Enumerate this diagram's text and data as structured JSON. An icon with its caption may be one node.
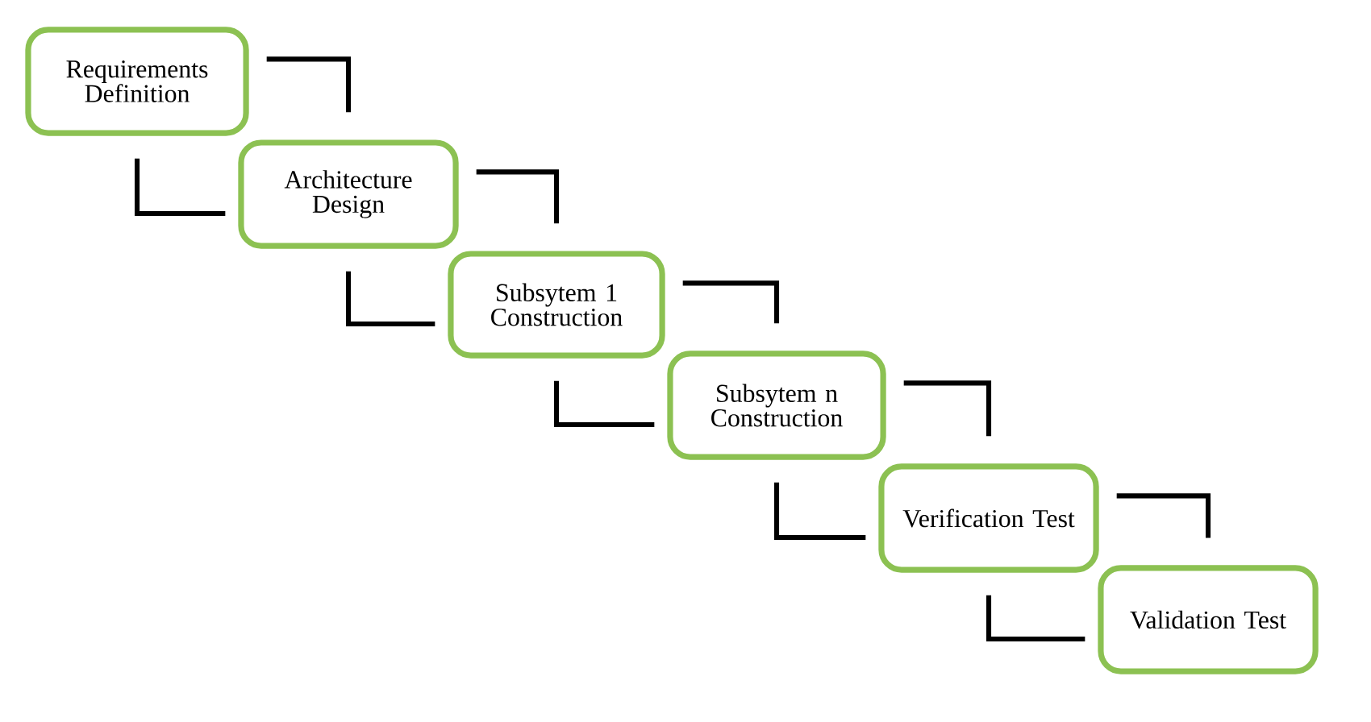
{
  "diagram": {
    "nodes": [
      {
        "text": [
          "Requirements Definition"
        ]
      },
      {
        "text": [
          "Architecture Design"
        ]
      },
      {
        "text": [
          "Subsytem 1 Construction"
        ]
      },
      {
        "text": [
          "Subsytem n Construction"
        ]
      },
      {
        "text": [
          "Verification Test"
        ]
      },
      {
        "text": [
          "Validation Test"
        ]
      }
    ],
    "edges": [
      {
        "from": 0,
        "to": 1,
        "arrow": "none"
      },
      {
        "from": 1,
        "to": 0,
        "arrow": "none"
      },
      {
        "from": 1,
        "to": 2,
        "arrow": "none"
      },
      {
        "from": 2,
        "to": 1,
        "arrow": "none"
      },
      {
        "from": 2,
        "to": 3,
        "arrow": "none"
      },
      {
        "from": 3,
        "to": 2,
        "arrow": "none"
      },
      {
        "from": 3,
        "to": 4,
        "arrow": "none"
      },
      {
        "from": 4,
        "to": 3,
        "arrow": "none"
      },
      {
        "from": 4,
        "to": 5,
        "arrow": "none"
      },
      {
        "from": 5,
        "to": 4,
        "arrow": "none"
      }
    ]
  }
}
